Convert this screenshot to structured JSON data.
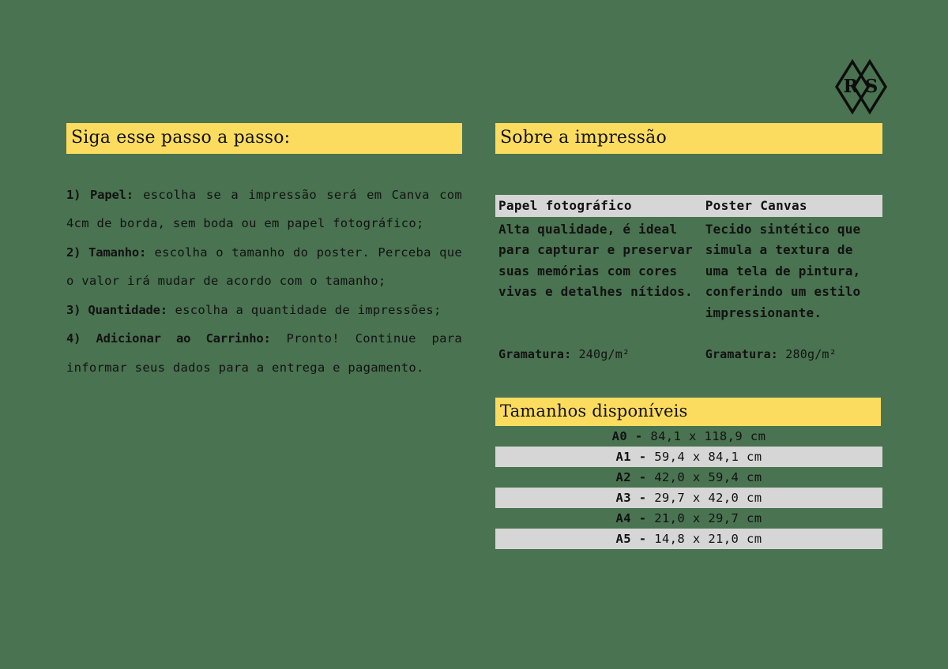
{
  "colors": {
    "background": "#4a7351",
    "highlight": "#fcdc5e",
    "stripe": "#d6d6d6",
    "text": "#121212"
  },
  "logo": {
    "name": "rs-monogram-logo",
    "letters": "RS"
  },
  "left_column": {
    "heading": "Siga esse passo a passo:",
    "steps": [
      {
        "label": "1) Papel:",
        "text": " escolha se a impressão será em Canva com 4cm de borda, sem boda ou em papel fotográfico;"
      },
      {
        "label": "2) Tamanho:",
        "text": " escolha o tamanho do poster. Perceba que o valor irá mudar de acordo com o tamanho;"
      },
      {
        "label": "3) Quantidade:",
        "text": " escolha a quantidade de impressões;"
      },
      {
        "label": "4) Adicionar ao Carrinho:",
        "text": " Pronto! Continue para informar seus dados para a entrega e pagamento."
      }
    ]
  },
  "right_column": {
    "heading": "Sobre a impressão",
    "paper_table": {
      "headers": [
        "Papel fotográfico",
        "Poster Canvas"
      ],
      "descriptions": [
        "Alta qualidade, é ideal para capturar e preservar suas memórias com cores vivas e detalhes nítidos.",
        "Tecido sintético que simula a textura de uma tela de pintura, conferindo um estilo impressionante."
      ],
      "gramatura_label": "Gramatura:",
      "gramatura_values": [
        "240g/m²",
        "280g/m²"
      ]
    },
    "sizes": {
      "heading": "Tamanhos disponíveis",
      "rows": [
        {
          "label": "A0 -",
          "dimensions": "84,1 x 118,9 cm",
          "striped": false
        },
        {
          "label": "A1 -",
          "dimensions": "59,4 x 84,1 cm",
          "striped": true
        },
        {
          "label": "A2 -",
          "dimensions": "42,0 x 59,4 cm",
          "striped": false
        },
        {
          "label": "A3 -",
          "dimensions": "29,7 x 42,0 cm",
          "striped": true
        },
        {
          "label": "A4 -",
          "dimensions": "21,0 x 29,7 cm",
          "striped": false
        },
        {
          "label": "A5 -",
          "dimensions": "14,8 x 21,0 cm",
          "striped": true
        }
      ]
    }
  }
}
